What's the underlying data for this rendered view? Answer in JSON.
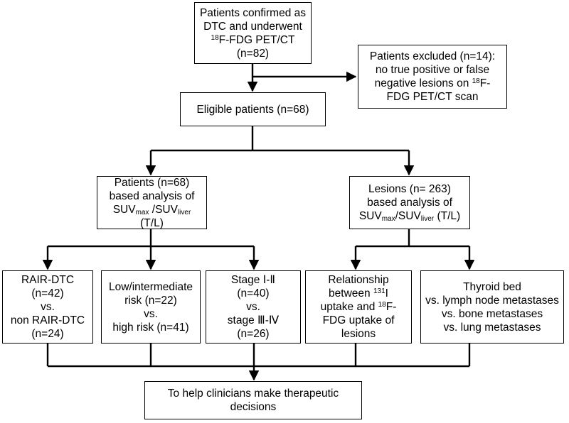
{
  "nodes": {
    "start": {
      "line1": "Patients confirmed as",
      "line2": "DTC and underwent",
      "line3_sup": "18",
      "line3_rest": "F-FDG PET/CT",
      "line4": "(n=82)"
    },
    "excluded": {
      "line1": "Patients excluded (n=14):",
      "line2": "no  true positive or false",
      "line3_pre": "negative lesions on ",
      "line3_sup": "18",
      "line3_rest": "F-",
      "line4": "FDG PET/CT scan"
    },
    "eligible": {
      "line1": "Eligible patients (n=68)"
    },
    "patients_analysis": {
      "line1": "Patients (n=68)",
      "line2": "based analysis of",
      "suv": "SUV",
      "sub_max": "max",
      "slash": " /SUV",
      "sub_liver": "liver",
      "line4": "(T/L)"
    },
    "lesions_analysis": {
      "line1": "Lesions (n= 263)",
      "line2": "based analysis of",
      "suv": "SUV",
      "sub_max": "max",
      "slash": "/SUV",
      "sub_liver": "liver",
      "tl": " (T/L)"
    },
    "rair": {
      "line1": "RAIR-DTC",
      "line2": "(n=42)",
      "line3": "vs.",
      "line4": "non RAIR-DTC",
      "line5": "(n=24)"
    },
    "risk": {
      "line1": "Low/intermediate",
      "line2": "risk (n=22)",
      "line3": "vs.",
      "line4": "high risk (n=41)"
    },
    "stage": {
      "line1": "Stage Ⅰ-Ⅱ",
      "line2": "(n=40)",
      "line3": "vs.",
      "line4": "stage Ⅲ-Ⅳ",
      "line5": "(n=26)"
    },
    "relationship": {
      "line1": "Relationship",
      "line2_pre": "between ",
      "line2_sup": "131",
      "line2_rest": "I",
      "line3_pre": "uptake and ",
      "line3_sup": "18",
      "line3_rest": "F-",
      "line4": "FDG uptake of",
      "line5": "lesions"
    },
    "thyroid": {
      "line1": "Thyroid bed",
      "line2": "vs. lymph node metastases",
      "line3": "vs. bone metastases",
      "line4": "vs. lung metastases"
    },
    "help": {
      "line1": "To help clinicians make therapeutic",
      "line2": "decisions"
    }
  }
}
